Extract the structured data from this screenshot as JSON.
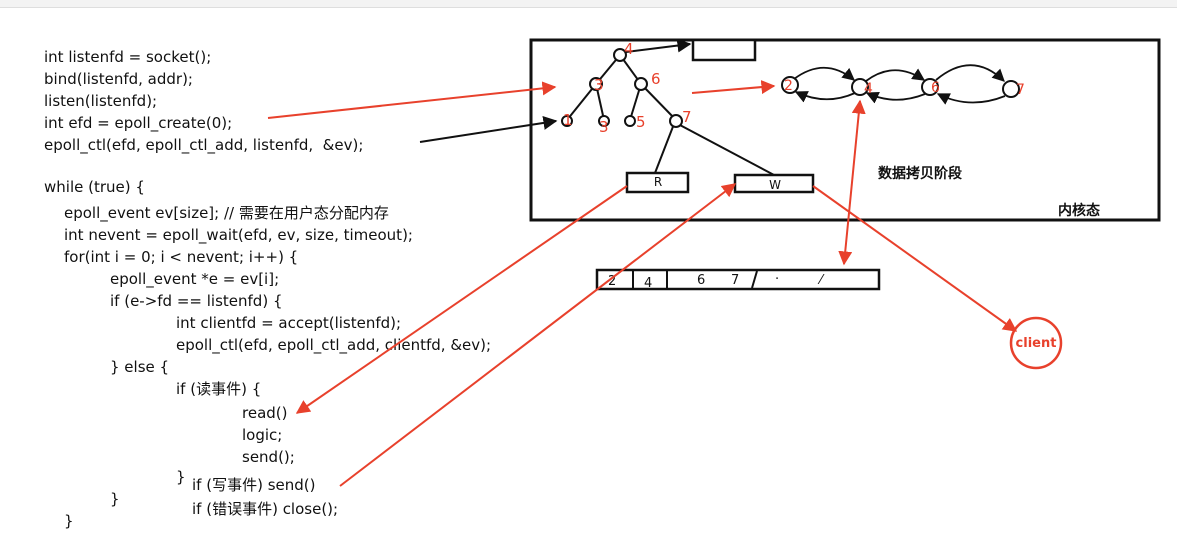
{
  "code_lines": [
    "int listenfd = socket();",
    "bind(listenfd, addr);",
    "listen(listenfd);",
    "int efd = epoll_create(0);",
    "epoll_ctl(efd, epoll_ctl_add, listenfd,  &ev);",
    "while (true) {",
    "epoll_event ev[size]; // 需要在用户态分配内存",
    "int nevent = epoll_wait(efd, ev, size, timeout);",
    "for(int i = 0; i < nevent; i++) {",
    "epoll_event *e = ev[i];",
    "if (e->fd == listenfd) {",
    "int clientfd = accept(listenfd);",
    "epoll_ctl(efd, epoll_ctl_add, clientfd, &ev);",
    "} else {",
    "if (读事件) {",
    "read()",
    "logic;",
    "send();",
    "}",
    "if (写事件) send()",
    "}",
    "if (错误事件) close();",
    "}"
  ],
  "diagram": {
    "tree_node_labels": [
      "4",
      "3",
      "6",
      "1",
      "3",
      "5",
      "7"
    ],
    "list_node_labels": [
      "2",
      "4",
      "6",
      "7"
    ],
    "read_box_label": "R",
    "write_box_label": "W",
    "copy_stage_label": "数据拷贝阶段",
    "kernel_label": "内核态",
    "user_array_cells": [
      "2",
      "4",
      "6",
      "7",
      "·",
      "⁄"
    ],
    "client_label": "client"
  },
  "colors": {
    "ink": "#111111",
    "annotation_red": "#e8412c",
    "background": "#ffffff"
  }
}
